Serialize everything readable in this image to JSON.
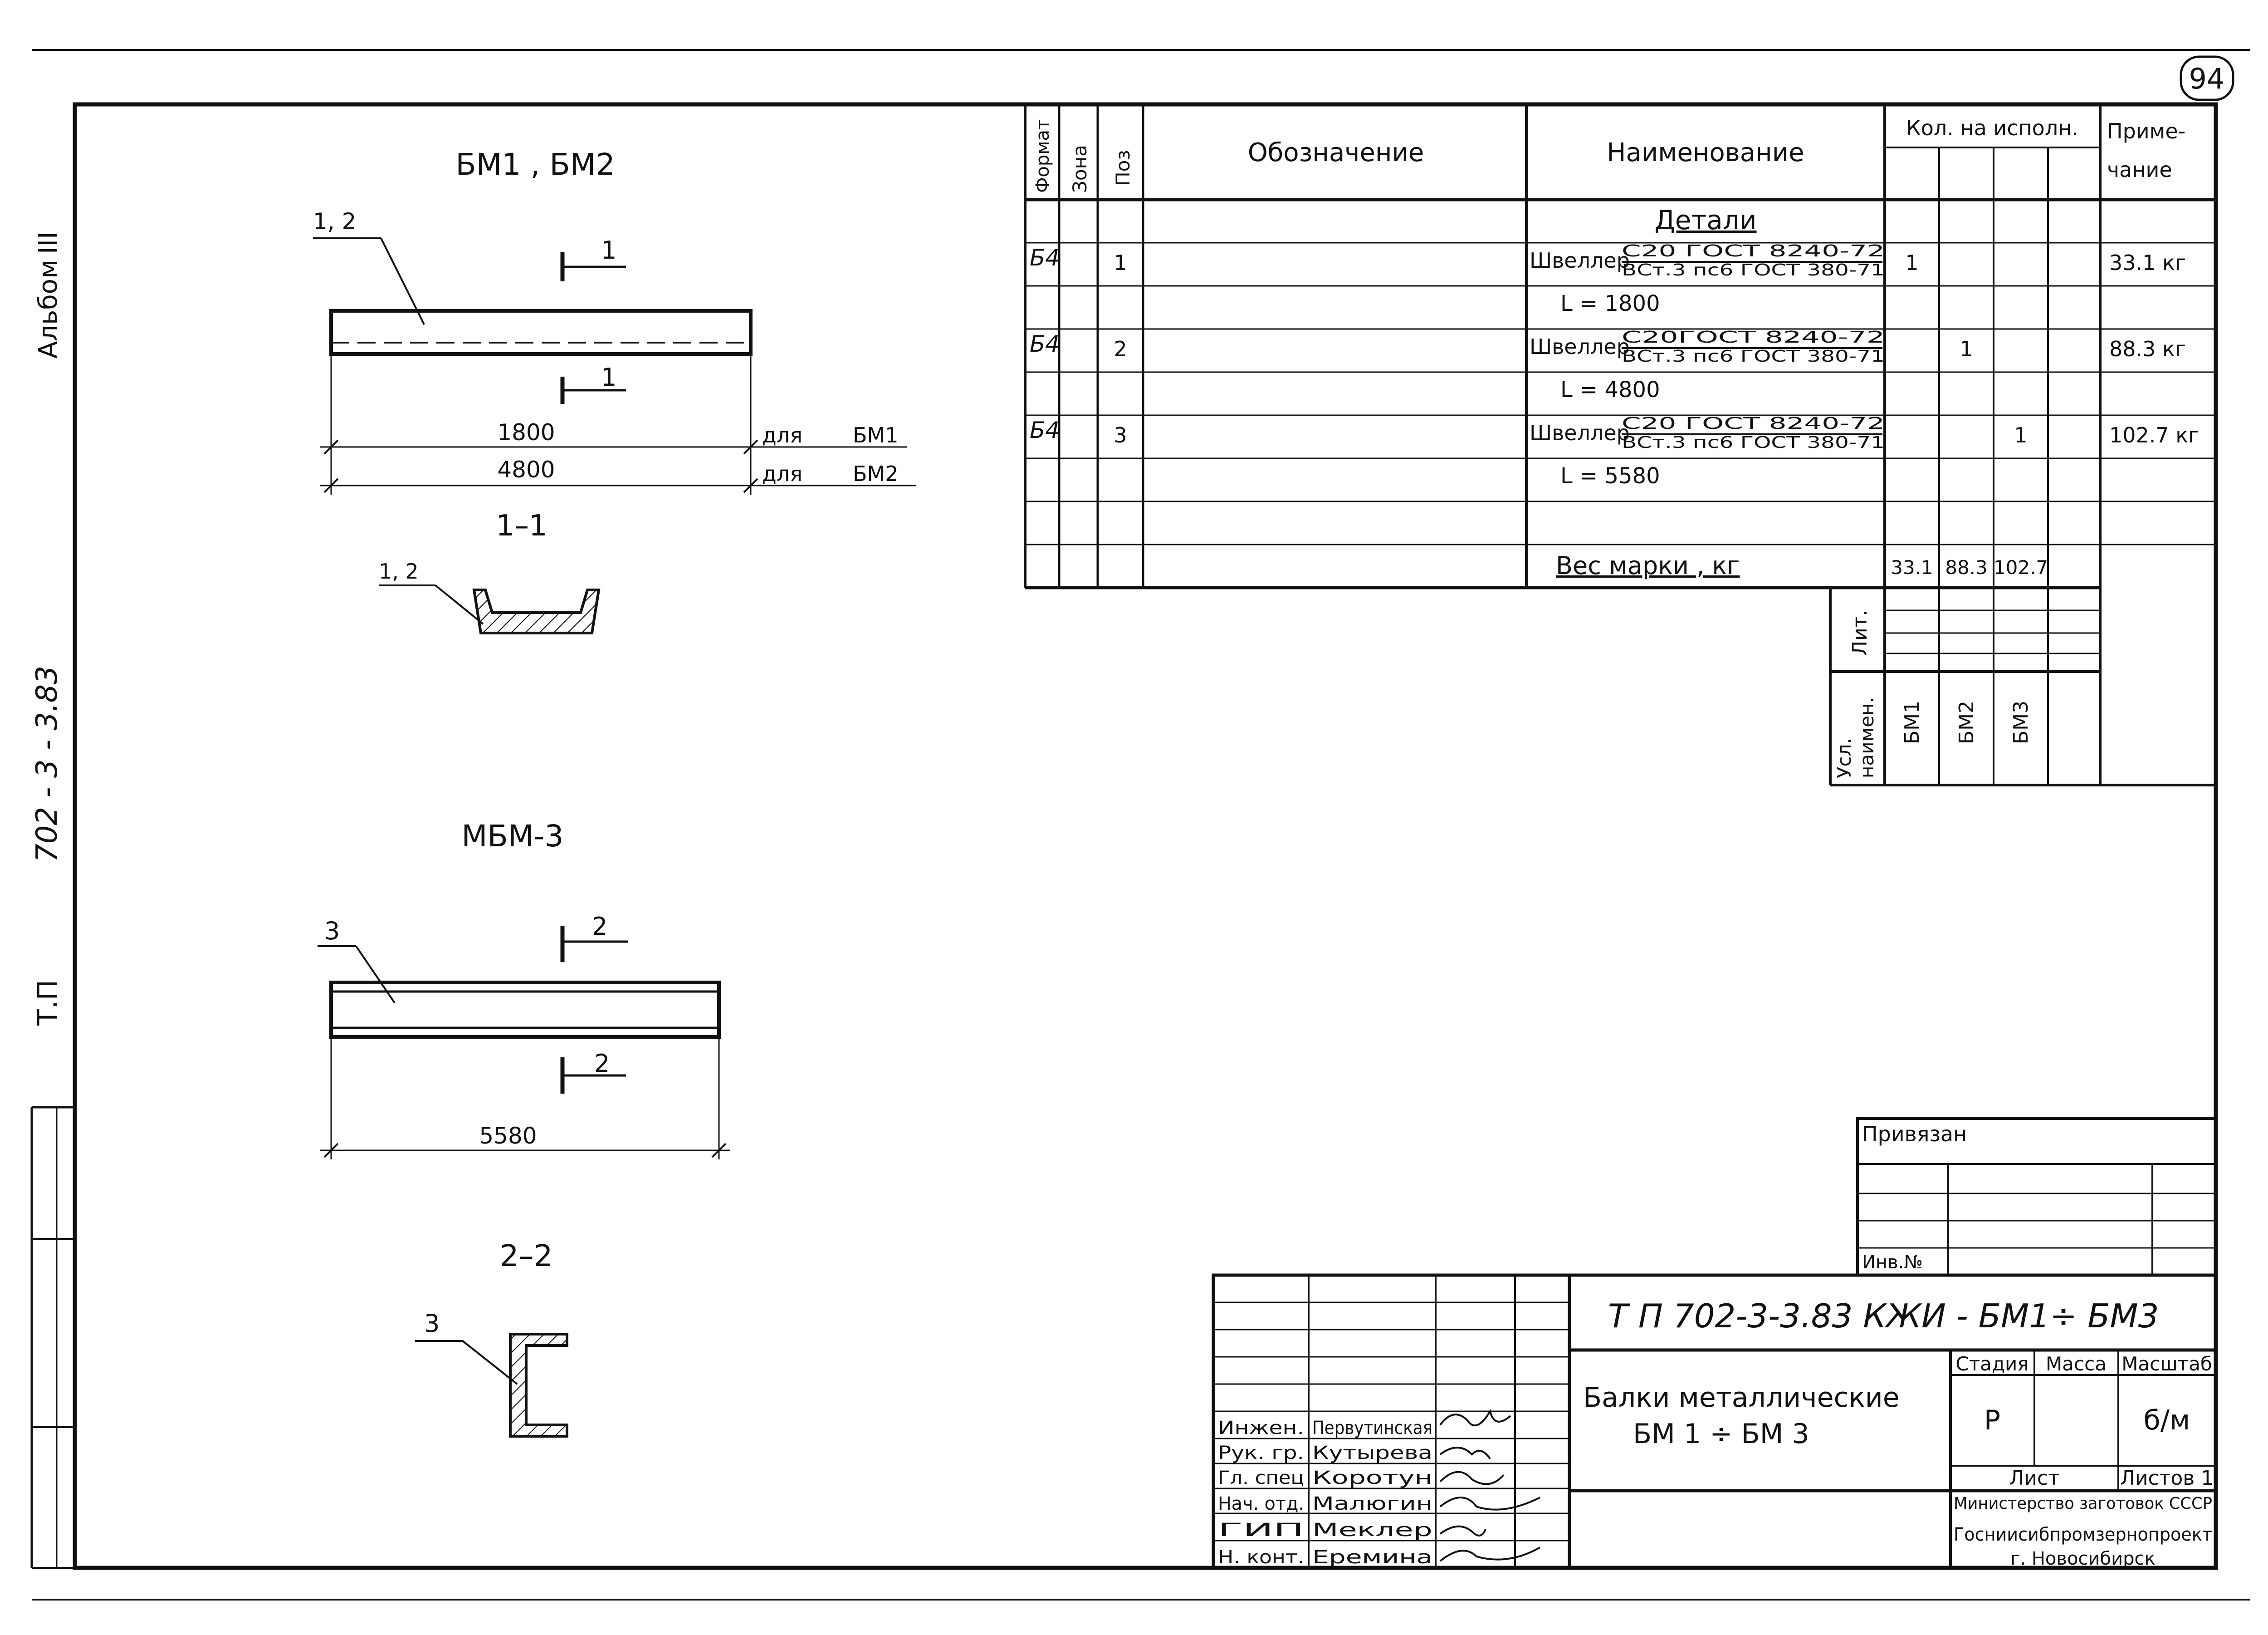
{
  "sheet_number": "94",
  "margin": {
    "album": "Альбом",
    "album_numeral": "III",
    "code": "702 - 3 - 3.83",
    "tp": "Т.П"
  },
  "drawings": {
    "bm12": {
      "title": "БМ1 , БМ2",
      "leader": "1, 2",
      "section_mark": "1",
      "dim_a": "1800",
      "dim_a_note_for": "для",
      "dim_a_note_mark": "БМ1",
      "dim_b": "4800",
      "dim_b_note_for": "для",
      "dim_b_note_mark": "БМ2"
    },
    "section11": {
      "title": "1–1",
      "leader": "1, 2"
    },
    "mbm3": {
      "title": "МБМ-3",
      "leader": "3",
      "section_mark": "2",
      "dim": "5580"
    },
    "section22": {
      "title": "2–2",
      "leader": "3"
    }
  },
  "spec": {
    "headers": {
      "format": "Формат",
      "zone": "Зона",
      "pos": "Поз",
      "designation": "Обозначение",
      "name": "Наименование",
      "qty": "Кол. на исполн.",
      "note_1": "Приме-",
      "note_2": "чание"
    },
    "section_title": "Детали",
    "rows": [
      {
        "format": "Б4",
        "pos": "1",
        "item": "Швеллер",
        "profile_top": "С20 ГОСТ 8240-72",
        "profile_bottom": "ВСт.3 пс6 ГОСТ 380-71",
        "length": "L = 1800",
        "q1": "1",
        "q2": "",
        "q3": "",
        "note": "33.1 кг"
      },
      {
        "format": "Б4",
        "pos": "2",
        "item": "Швеллер",
        "profile_top": "С20ГОСТ 8240-72",
        "profile_bottom": "ВСт.3 пс6 ГОСТ 380-71",
        "length": "L = 4800",
        "q1": "",
        "q2": "1",
        "q3": "",
        "note": "88.3 кг"
      },
      {
        "format": "Б4",
        "pos": "3",
        "item": "Швеллер",
        "profile_top": "С20 ГОСТ 8240-72",
        "profile_bottom": "ВСт.3 пс6 ГОСТ 380-71",
        "length": "L = 5580",
        "q1": "",
        "q2": "",
        "q3": "1",
        "note": "102.7 кг"
      }
    ],
    "weight_label": "Вес марки , кг",
    "weights": [
      "33.1",
      "88.3",
      "102.7"
    ],
    "lit_label": "Лит.",
    "usl_label_1": "Усл.",
    "usl_label_2": "наимен.",
    "marks": [
      "БМ1",
      "БМ2",
      "БМ3"
    ]
  },
  "binding": {
    "title": "Привязан",
    "inv": "Инв.№"
  },
  "title_block": {
    "code": "Т П 702-3-3.83 КЖИ - БМ1÷ БМ3",
    "name_1": "Балки металлические",
    "name_2": "БМ 1 ÷ БМ 3",
    "stage_label": "Стадия",
    "mass_label": "Масса",
    "scale_label": "Масштаб",
    "stage": "Р",
    "scale": "б/м",
    "sheet_label": "Лист",
    "sheets_label": "Листов 1",
    "ministry": "Министерство заготовок СССР",
    "org": "Госниисибпромзернопроект",
    "city": "г. Новосибирск",
    "roles": [
      {
        "role": "Инжен.",
        "person": "Первутинская"
      },
      {
        "role": "Рук. гр.",
        "person": "Кутырева"
      },
      {
        "role": "Гл. спец",
        "person": "Коротун"
      },
      {
        "role": "Нач. отд.",
        "person": "Малюгин"
      },
      {
        "role": "ГИП",
        "person": "Меклер"
      },
      {
        "role": "Н. конт.",
        "person": "Еремина"
      }
    ]
  }
}
